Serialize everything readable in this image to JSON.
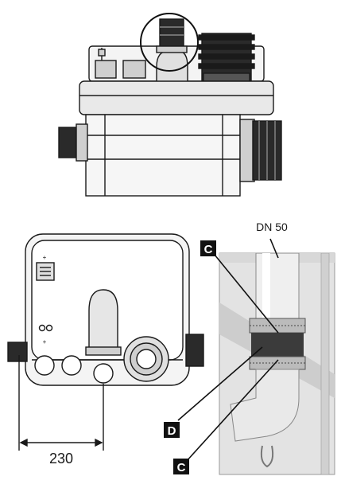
{
  "labels": {
    "pipe_size": "DN 50",
    "dimension": "230",
    "callout_c_top": "C",
    "callout_d": "D",
    "callout_c_bottom": "C"
  },
  "colors": {
    "line": "#1a1a1a",
    "housing_fill": "#f4f4f4",
    "mid_gray": "#cfcfcf",
    "dark_gray": "#6f6f6f",
    "rubber": "#222222",
    "photo_bg": "#e3e3e3",
    "label_box": "#111111",
    "label_text": "#ffffff"
  },
  "icons": {
    "top_highlight": "circle-highlight-icon",
    "grille": "grille-icon"
  }
}
